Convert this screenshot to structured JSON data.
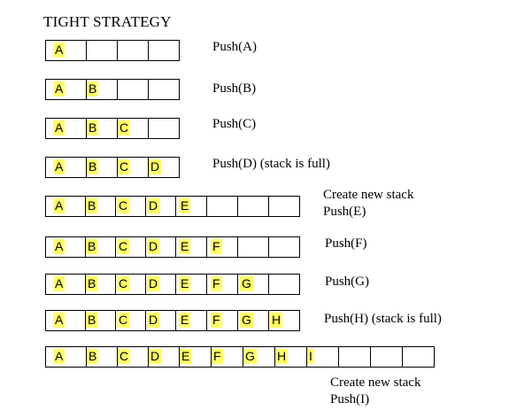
{
  "title": "TIGHT STRATEGY",
  "colors": {
    "highlight": "#ffff66",
    "border": "#000000"
  },
  "rows": [
    {
      "capacity": 4,
      "items": [
        "A"
      ],
      "caption": [
        "Push(A)"
      ]
    },
    {
      "capacity": 4,
      "items": [
        "A",
        "B"
      ],
      "caption": [
        "Push(B)"
      ]
    },
    {
      "capacity": 4,
      "items": [
        "A",
        "B",
        "C"
      ],
      "caption": [
        "Push(C)"
      ]
    },
    {
      "capacity": 4,
      "items": [
        "A",
        "B",
        "C",
        "D"
      ],
      "caption": [
        "Push(D) (stack is full)"
      ]
    },
    {
      "capacity": 8,
      "items": [
        "A",
        "B",
        "C",
        "D",
        "E"
      ],
      "caption": [
        "Create new stack",
        "Push(E)"
      ]
    },
    {
      "capacity": 8,
      "items": [
        "A",
        "B",
        "C",
        "D",
        "E",
        "F"
      ],
      "caption": [
        "Push(F)"
      ]
    },
    {
      "capacity": 8,
      "items": [
        "A",
        "B",
        "C",
        "D",
        "E",
        "F",
        "G"
      ],
      "caption": [
        "Push(G)"
      ]
    },
    {
      "capacity": 8,
      "items": [
        "A",
        "B",
        "C",
        "D",
        "E",
        "F",
        "G",
        "H"
      ],
      "caption": [
        "Push(H) (stack is full)"
      ]
    },
    {
      "capacity": 12,
      "items": [
        "A",
        "B",
        "C",
        "D",
        "E",
        "F",
        "G",
        "H",
        "I"
      ],
      "caption": [
        "Create new stack",
        "Push(I)"
      ]
    }
  ]
}
